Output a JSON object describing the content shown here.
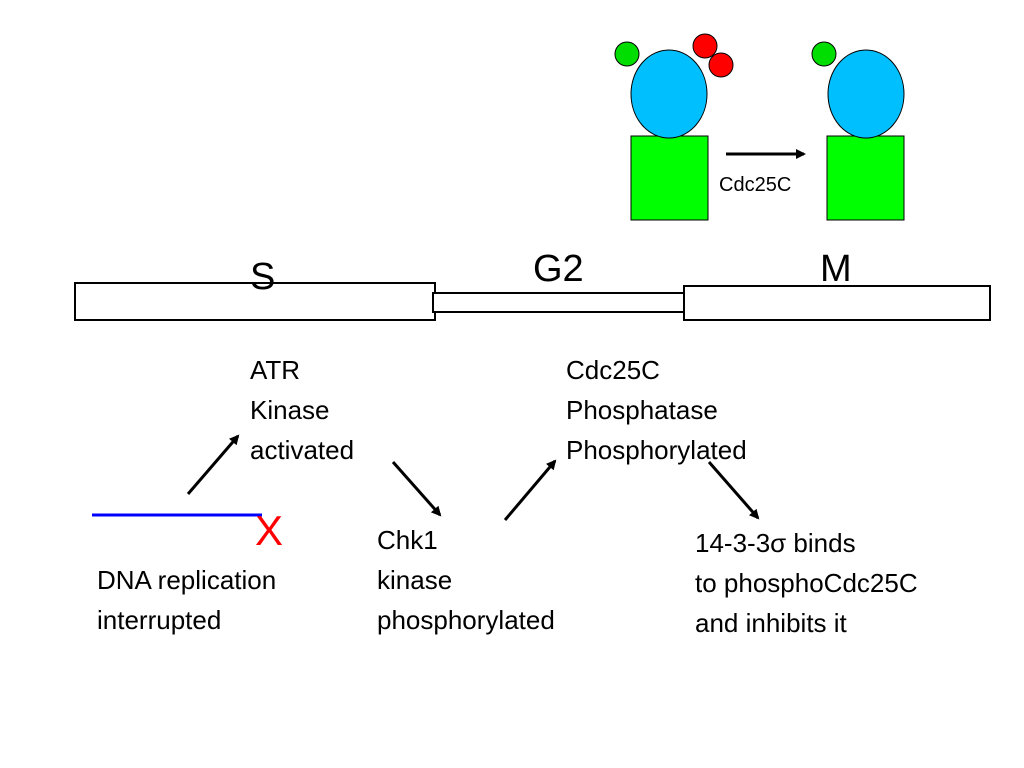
{
  "phases": {
    "s": "S",
    "g2": "G2",
    "m": "M"
  },
  "cdc25c_arrow_label": "Cdc25C",
  "replication_block_mark": "X",
  "steps": {
    "atr": [
      "ATR",
      "Kinase",
      "activated"
    ],
    "cdc25c": [
      "Cdc25C",
      "Phosphatase",
      "Phosphorylated"
    ],
    "dna": [
      "DNA replication",
      "interrupted"
    ],
    "chk1": [
      "Chk1",
      "kinase",
      "phosphorylated"
    ],
    "protein_14_3_3": [
      "14-3-3σ binds",
      "to phosphoCdc25C",
      "and inhibits it"
    ]
  },
  "colors": {
    "cdk_body": "#00ff00",
    "cyclin_body": "#00bfff",
    "inhibitory_phosphate": "#ff0000",
    "activating_phosphate": "#00dd00",
    "dna_strand": "#0000ff",
    "block_mark": "#ff0000"
  }
}
